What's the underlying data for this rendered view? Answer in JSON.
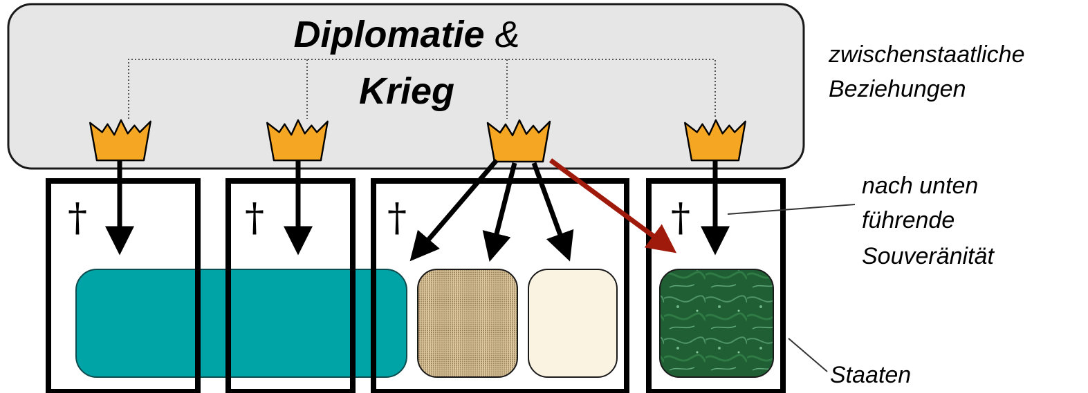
{
  "title": {
    "strong_1": "Diplomatie",
    "connector": " &",
    "strong_2": "Krieg"
  },
  "side_labels": {
    "relations_line1": "zwischenstaatliche",
    "relations_line2": "Beziehungen",
    "sovereignty_line1": "nach unten",
    "sovereignty_line2": "führende",
    "sovereignty_line3": "Souveränität",
    "states": "Staaten"
  },
  "state_marker": "†",
  "icons": {
    "crown": "crown-icon",
    "cross": "dagger-cross-icon"
  },
  "colors": {
    "panel_fill": "#e6e6e6",
    "crown": "#f5a623",
    "teal_territory": "#00a3a6",
    "burlap_territory": "#c9b287",
    "cream_territory": "#fbf3e2",
    "green_territory": "#1f5f33",
    "highlight_arrow": "#a01a0c"
  }
}
